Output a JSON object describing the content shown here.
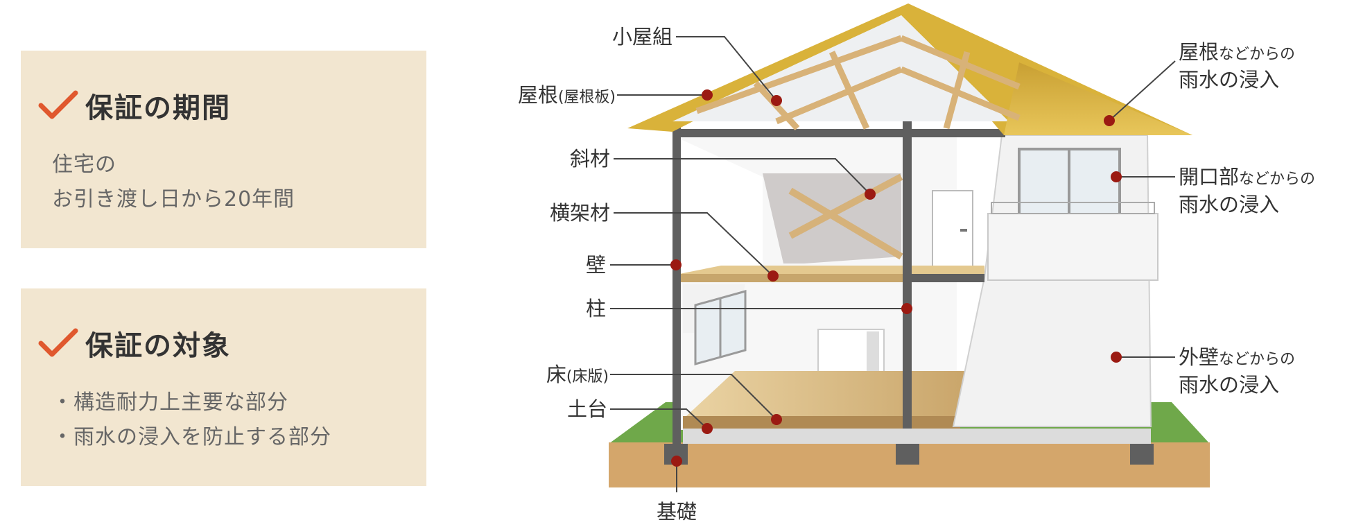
{
  "cards": [
    {
      "title": "保証の期間",
      "lines": [
        "住宅の",
        "お引き渡し日から20年間"
      ]
    },
    {
      "title": "保証の対象",
      "lines": [
        "・構造耐力上主要な部分",
        "・雨水の浸入を防止する部分"
      ]
    }
  ],
  "left_labels": {
    "koyagumi": "小屋組",
    "yane_main": "屋根",
    "yane_sub": "(屋根板)",
    "shazai": "斜材",
    "yokokazai": "横架材",
    "kabe": "壁",
    "hashira": "柱",
    "yuka_main": "床",
    "yuka_sub": "(床版)",
    "dodai": "土台",
    "kiso": "基礎"
  },
  "right_labels": {
    "roof": {
      "main": "屋根",
      "sub": "などからの",
      "line2": "雨水の浸入"
    },
    "opening": {
      "main": "開口部",
      "sub": "などからの",
      "line2": "雨水の浸入"
    },
    "wall": {
      "main": "外壁",
      "sub": "などからの",
      "line2": "雨水の浸入"
    }
  },
  "colors": {
    "card_bg": "#f2e6d0",
    "check": "#e0582e",
    "marker": "#9b1a12",
    "roof": "#d9b23a",
    "frame": "#5f5f5f",
    "ground": "#d4a66b",
    "grass": "#6fa84a"
  }
}
